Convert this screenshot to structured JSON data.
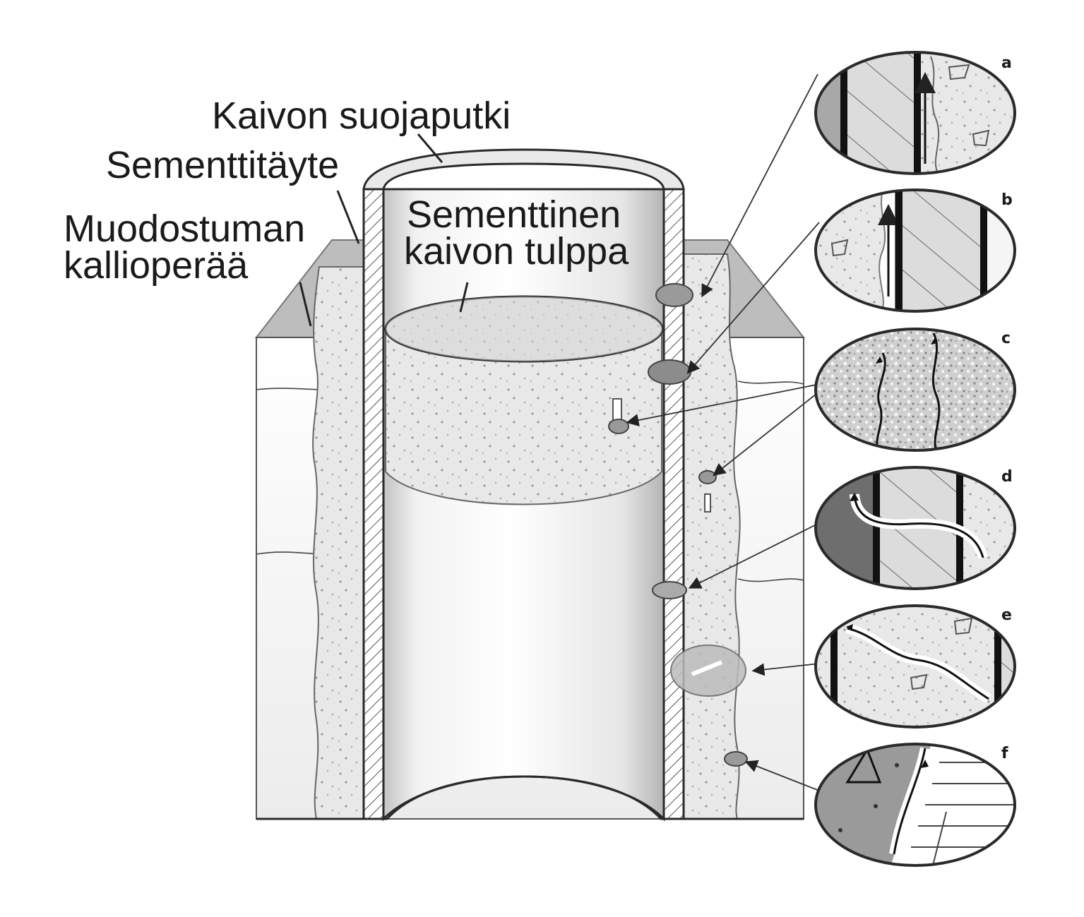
{
  "labels": {
    "casing": "Kaivon suojaputki",
    "cement_fill": "Sementtitäyte",
    "rock_line1": "Muodostuman",
    "rock_line2": "kallioperää",
    "plug_line1": "Sementtinen",
    "plug_line2": "kaivon tulppa"
  },
  "insets": [
    {
      "letter": "a"
    },
    {
      "letter": "b"
    },
    {
      "letter": "c"
    },
    {
      "letter": "d"
    },
    {
      "letter": "e"
    },
    {
      "letter": "f"
    }
  ],
  "colors": {
    "rock": "#f2f2f2",
    "rock_top": "#bdbdbd",
    "cement": "#e6e6e6",
    "casing": "#ffffff",
    "plug": "#d9d9d9",
    "outline": "#2a2a2a"
  }
}
